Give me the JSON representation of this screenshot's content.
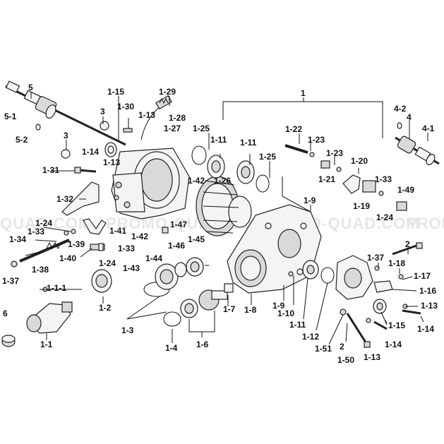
{
  "watermark": [
    "QUAD.COM",
    "PROMO-QUAD.COM",
    "PROMO-QUAD.COM",
    "PROMO"
  ],
  "labels": {
    "l_1": "1",
    "l_5": "5",
    "l_5_1": "5-1",
    "l_5_2": "5-2",
    "l_3a": "3",
    "l_3b": "3",
    "l_1_15": "1-15",
    "l_1_30": "1-30",
    "l_1_13a": "1-13",
    "l_1_29": "1-29",
    "l_1_28": "1-28",
    "l_1_27": "1-27",
    "l_1_25a": "1-25",
    "l_1_11a": "1-11",
    "l_1_11b": "1-11",
    "l_1_25b": "1-25",
    "l_1_22": "1-22",
    "l_1_23a": "1-23",
    "l_1_23b": "1-23",
    "l_1_21": "1-21",
    "l_1_20": "1-20",
    "l_1_33a": "1-33",
    "l_1_49": "1-49",
    "l_1_19": "1-19",
    "l_1_24a": "1-24",
    "l_4_2": "4-2",
    "l_4": "4",
    "l_4_1": "4-1",
    "l_1_14a": "1-14",
    "l_1_13b": "1-13",
    "l_1_31": "1-31",
    "l_1_42a": "1-42",
    "l_1_26": "1-26",
    "l_1_9a": "1-9",
    "l_1_32": "1-32",
    "l_1_24b": "1-24",
    "l_1_33b": "1-33",
    "l_1_41": "1-41",
    "l_1_42b": "1-42",
    "l_1_47": "1-47",
    "l_1_34": "1-34",
    "l_1_39": "1-39",
    "l_1_33c": "1-33",
    "l_1_46": "1-46",
    "l_1_45": "1-45",
    "l_1_40": "1-40",
    "l_1_24c": "1-24",
    "l_1_44": "1-44",
    "l_1_38": "1-38",
    "l_1_37a": "1-37",
    "l_1_43": "1-43",
    "l_1_1_1": "1-1-1",
    "l_1_2": "1-2",
    "l_6": "6",
    "l_1_1": "1-1",
    "l_1_3": "1-3",
    "l_1_4": "1-4",
    "l_1_6": "1-6",
    "l_1_7": "1-7",
    "l_1_8": "1-8",
    "l_1_9b": "1-9",
    "l_1_10": "1-10",
    "l_1_11c": "1-11",
    "l_1_12": "1-12",
    "l_1_51": "1-51",
    "l_2a": "2",
    "l_1_50": "1-50",
    "l_1_13c": "1-13",
    "l_2b": "2",
    "l_1_37b": "1-37",
    "l_1_18": "1-18",
    "l_1_17": "1-17",
    "l_1_16": "1-16",
    "l_1_13d": "1-13",
    "l_1_15b": "1-15",
    "l_1_14b": "1-14",
    "l_1_14c": "1-14"
  }
}
